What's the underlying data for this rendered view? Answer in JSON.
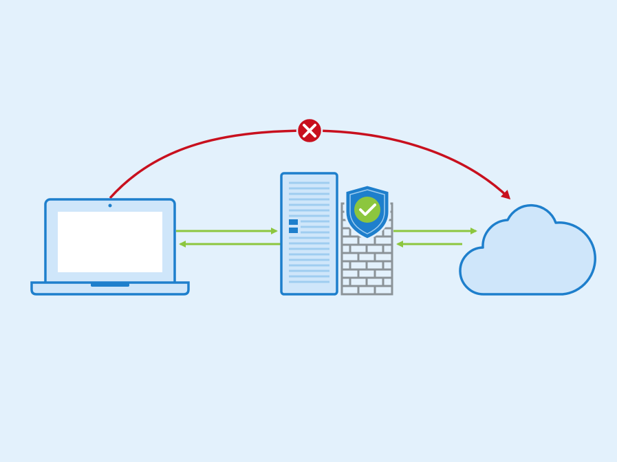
{
  "colors": {
    "background": "#e3f1fc",
    "device_stroke": "#1e7fcc",
    "device_fill": "#cfe6fa",
    "screen": "#ffffff",
    "server_lines": "#9fcdf0",
    "firewall_brick": "#8b9398",
    "shield_blue": "#1e7fcc",
    "check_green": "#8cc63e",
    "allowed_arrow": "#8cc63e",
    "blocked_arrow": "#c8101e"
  },
  "nodes": [
    {
      "id": "laptop",
      "icon": "laptop-icon"
    },
    {
      "id": "server",
      "icon": "server-icon"
    },
    {
      "id": "firewall",
      "icon": "brick-wall-icon"
    },
    {
      "id": "shield",
      "icon": "shield-check-icon"
    },
    {
      "id": "cloud",
      "icon": "cloud-icon"
    }
  ],
  "edges": [
    {
      "from": "laptop",
      "to": "server",
      "status": "allowed",
      "icon": "arrow-right-icon"
    },
    {
      "from": "server",
      "to": "laptop",
      "status": "allowed",
      "icon": "arrow-left-icon"
    },
    {
      "from": "firewall",
      "to": "cloud",
      "status": "allowed",
      "icon": "arrow-right-icon"
    },
    {
      "from": "cloud",
      "to": "firewall",
      "status": "allowed",
      "icon": "arrow-left-icon"
    },
    {
      "from": "laptop",
      "to": "cloud",
      "status": "blocked",
      "icon": "x-circle-icon"
    }
  ]
}
